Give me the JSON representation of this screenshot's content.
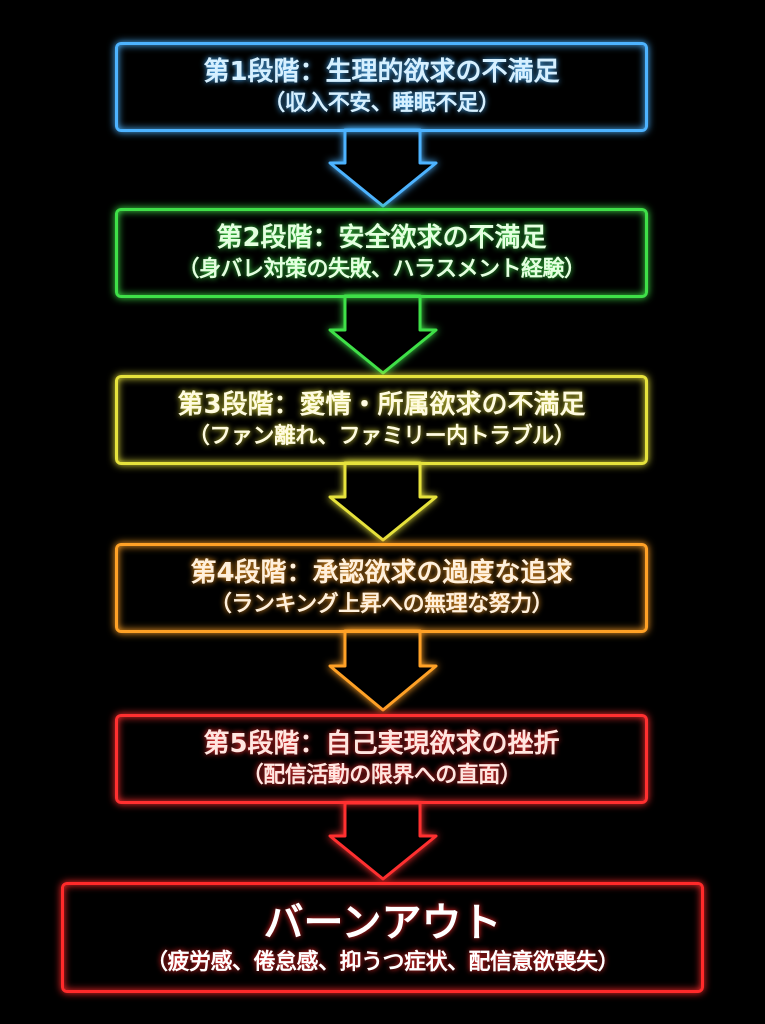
{
  "stages": [
    {
      "title": "第1段階：生理的欲求の不満足",
      "subtitle": "（収入不安、睡眠不足）",
      "color": "#4db3ff",
      "text_color": "#d6f0ff"
    },
    {
      "title": "第2段階：安全欲求の不満足",
      "subtitle": "（身バレ対策の失敗、ハラスメント経験）",
      "color": "#3fe048",
      "text_color": "#e4ffe0"
    },
    {
      "title": "第3段階：愛情・所属欲求の不満足",
      "subtitle": "（ファン離れ、ファミリー内トラブル）",
      "color": "#e6e23c",
      "text_color": "#fffbe0"
    },
    {
      "title": "第4段階：承認欲求の過度な追求",
      "subtitle": "（ランキング上昇への無理な努力）",
      "color": "#ffa126",
      "text_color": "#fff0dc"
    },
    {
      "title": "第5段階：自己実現欲求の挫折",
      "subtitle": "（配信活動の限界への直面）",
      "color": "#ff3030",
      "text_color": "#ffe6e0"
    }
  ],
  "final": {
    "title": "バーンアウト",
    "subtitle": "（疲労感、倦怠感、抑うつ症状、配信意欲喪失）",
    "color": "#ff2a2a"
  }
}
